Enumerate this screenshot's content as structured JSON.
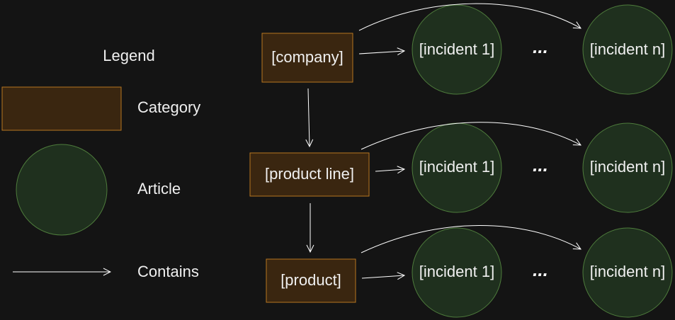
{
  "legend": {
    "title": "Legend",
    "category_label": "Category",
    "article_label": "Article",
    "contains_label": "Contains"
  },
  "colors": {
    "background": "#141414",
    "category_fill": "#3a2610",
    "category_stroke": "#b7761f",
    "article_fill": "#1f301e",
    "article_stroke": "#4e7c3c",
    "edge": "#ffffff",
    "text": "#f0f0f0"
  },
  "rows": [
    {
      "category": "[company]",
      "first_incident": "[incident 1]",
      "ellipsis": "...",
      "last_incident": "[incident n]"
    },
    {
      "category": "[product line]",
      "first_incident": "[incident 1]",
      "ellipsis": "...",
      "last_incident": "[incident n]"
    },
    {
      "category": "[product]",
      "first_incident": "[incident 1]",
      "ellipsis": "...",
      "last_incident": "[incident n]"
    }
  ]
}
